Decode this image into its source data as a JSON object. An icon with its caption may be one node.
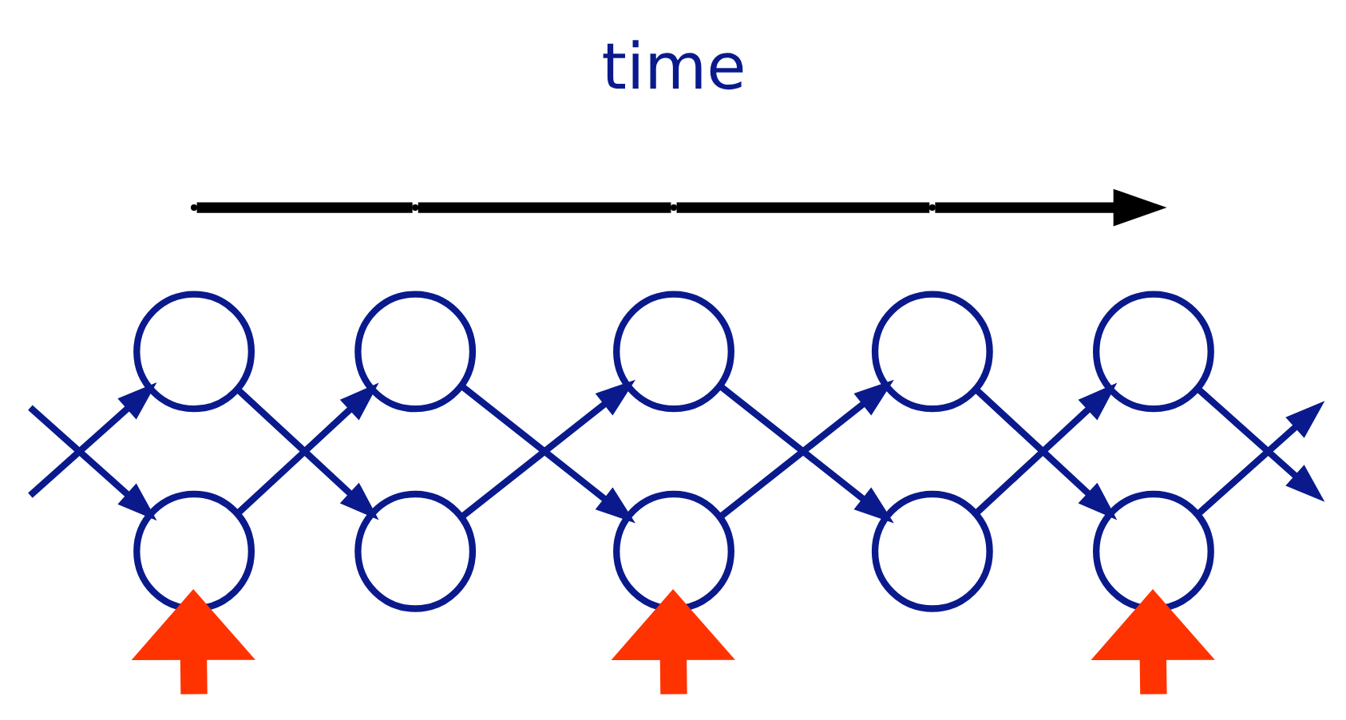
{
  "diagram": {
    "nodes": [
      {
        "text": [],
        "shape": "circle"
      },
      {
        "text": [],
        "shape": "circle"
      },
      {
        "text": [],
        "shape": "circle"
      },
      {
        "text": [],
        "shape": "circle"
      },
      {
        "text": [],
        "shape": "circle"
      },
      {
        "text": [],
        "shape": "circle"
      },
      {
        "text": [],
        "shape": "circle"
      },
      {
        "text": [],
        "shape": "circle"
      },
      {
        "text": [],
        "shape": "circle"
      },
      {
        "text": [],
        "shape": "circle"
      }
    ],
    "edges": [
      {
        "from": null,
        "to": 0,
        "arrow": "to"
      },
      {
        "from": null,
        "to": 5,
        "arrow": "to"
      },
      {
        "from": 0,
        "to": 6,
        "arrow": "to"
      },
      {
        "from": 5,
        "to": 1,
        "arrow": "to"
      },
      {
        "from": 1,
        "to": 7,
        "arrow": "to"
      },
      {
        "from": 6,
        "to": 2,
        "arrow": "to"
      },
      {
        "from": 2,
        "to": 8,
        "arrow": "to"
      },
      {
        "from": 7,
        "to": 3,
        "arrow": "to"
      },
      {
        "from": 3,
        "to": 9,
        "arrow": "to"
      },
      {
        "from": 8,
        "to": 4,
        "arrow": "to"
      },
      {
        "from": 4,
        "to": null,
        "arrow": "to"
      },
      {
        "from": 9,
        "to": null,
        "arrow": "to"
      },
      {
        "from": null,
        "to": 5,
        "arrow": "to",
        "style": "thick",
        "color": "#ff3300"
      },
      {
        "from": null,
        "to": 7,
        "arrow": "to",
        "style": "thick",
        "color": "#ff3300"
      },
      {
        "from": null,
        "to": 9,
        "arrow": "to",
        "style": "thick",
        "color": "#ff3300"
      }
    ],
    "labels": [
      "time"
    ]
  }
}
